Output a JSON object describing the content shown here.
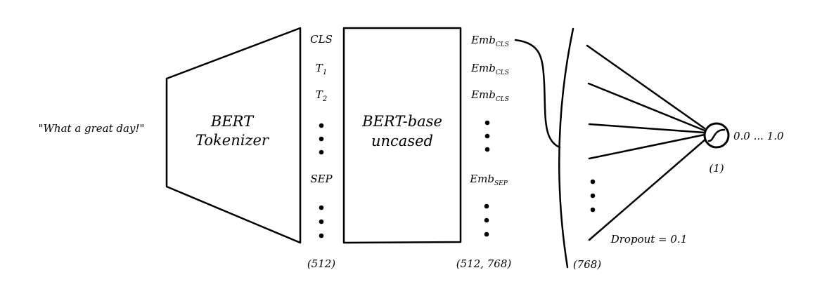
{
  "input_text": "\"What a great day!\"",
  "tokenizer": {
    "line1": "BERT",
    "line2": "Tokenizer"
  },
  "tokens": {
    "cls": "CLS",
    "t1_base": "T",
    "t1_sub": "1",
    "t2_base": "T",
    "t2_sub": "2",
    "sep": "SEP"
  },
  "tokens_dim": "(512)",
  "bert_model": {
    "line1": "BERT-base",
    "line2": "uncased"
  },
  "embeddings": {
    "base": "Emb",
    "cls_sub": "CLS",
    "sep_sub": "SEP"
  },
  "embeddings_dim": "(512, 768)",
  "cls_dim": "(768)",
  "dropout_label": "Dropout = 0.1",
  "output_dim": "(1)",
  "output_range": "0.0 ... 1.0",
  "icons": {
    "activation": "sigmoid-icon"
  }
}
